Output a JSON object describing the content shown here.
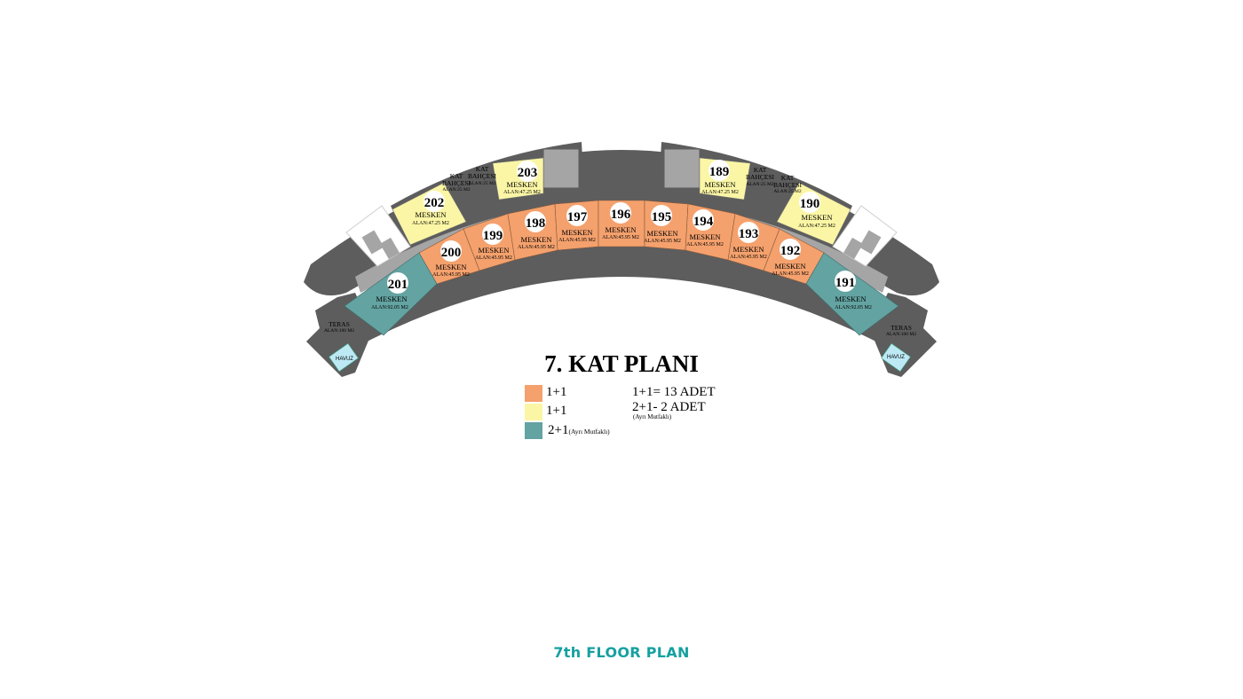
{
  "colors": {
    "orange": "#f4a16d",
    "yellow": "#fbf6a5",
    "teal": "#63a3a2",
    "dark_gray": "#5d5d5d",
    "light_gray": "#a5a5a5",
    "pool": "#bde9f5",
    "english_title": "#16a0a0"
  },
  "plan_title": "7. KAT PLANI",
  "english_title": "7th FLOOR PLAN",
  "units": [
    {
      "number": "201",
      "label": "MESKEN",
      "area": "ALAN:92.05 M2",
      "type": "teal"
    },
    {
      "number": "200",
      "label": "MESKEN",
      "area": "ALAN:45.95 M2",
      "type": "orange"
    },
    {
      "number": "199",
      "label": "MESKEN",
      "area": "ALAN:45.95 M2",
      "type": "orange"
    },
    {
      "number": "198",
      "label": "MESKEN",
      "area": "ALAN:45.95 M2",
      "type": "orange"
    },
    {
      "number": "197",
      "label": "MESKEN",
      "area": "ALAN:45.95 M2",
      "type": "orange"
    },
    {
      "number": "196",
      "label": "MESKEN",
      "area": "ALAN:45.95 M2",
      "type": "orange"
    },
    {
      "number": "195",
      "label": "MESKEN",
      "area": "ALAN:45.95 M2",
      "type": "orange"
    },
    {
      "number": "194",
      "label": "MESKEN",
      "area": "ALAN:45.95 M2",
      "type": "orange"
    },
    {
      "number": "193",
      "label": "MESKEN",
      "area": "ALAN:45.95 M2",
      "type": "orange"
    },
    {
      "number": "192",
      "label": "MESKEN",
      "area": "ALAN:45.95 M2",
      "type": "orange"
    },
    {
      "number": "191",
      "label": "MESKEN",
      "area": "ALAN:92.05 M2",
      "type": "teal"
    },
    {
      "number": "202",
      "label": "MESKEN",
      "area": "ALAN:47.25 M2",
      "type": "yellow"
    },
    {
      "number": "203",
      "label": "MESKEN",
      "area": "ALAN:47.25 M2",
      "type": "yellow"
    },
    {
      "number": "189",
      "label": "MESKEN",
      "area": "ALAN:47.25 M2",
      "type": "yellow"
    },
    {
      "number": "190",
      "label": "MESKEN",
      "area": "ALAN:47.25 M2",
      "type": "yellow"
    }
  ],
  "gardens": [
    {
      "line1": "KAT",
      "line2": "BAHÇESI",
      "area": "ALAN:25 M2"
    },
    {
      "line1": "KAT",
      "line2": "BAHÇESI",
      "area": "ALAN:25 M2"
    },
    {
      "line1": "KAT",
      "line2": "BAHÇESI",
      "area": "ALAN:25 M2"
    },
    {
      "line1": "KAT",
      "line2": "BAHÇESI",
      "area": "ALAN:25 M2"
    }
  ],
  "terraces": [
    {
      "label": "TERAS",
      "area": "ALAN:100 M2"
    },
    {
      "label": "TERAS",
      "area": "ALAN:100 M2"
    }
  ],
  "pools": [
    "HAVUZ",
    "HAVUZ"
  ],
  "legend": [
    {
      "label": "1+1",
      "note": "",
      "color": "#f4a16d"
    },
    {
      "label": "1+1",
      "note": "",
      "color": "#fbf6a5"
    },
    {
      "label": "2+1",
      "note": "(Ayrı Mutfaklı)",
      "color": "#63a3a2"
    }
  ],
  "counts": {
    "line1": "1+1= 13 ADET",
    "line2": "2+1- 2 ADET",
    "line2_note": "(Ayrı Mutfaklı)"
  }
}
